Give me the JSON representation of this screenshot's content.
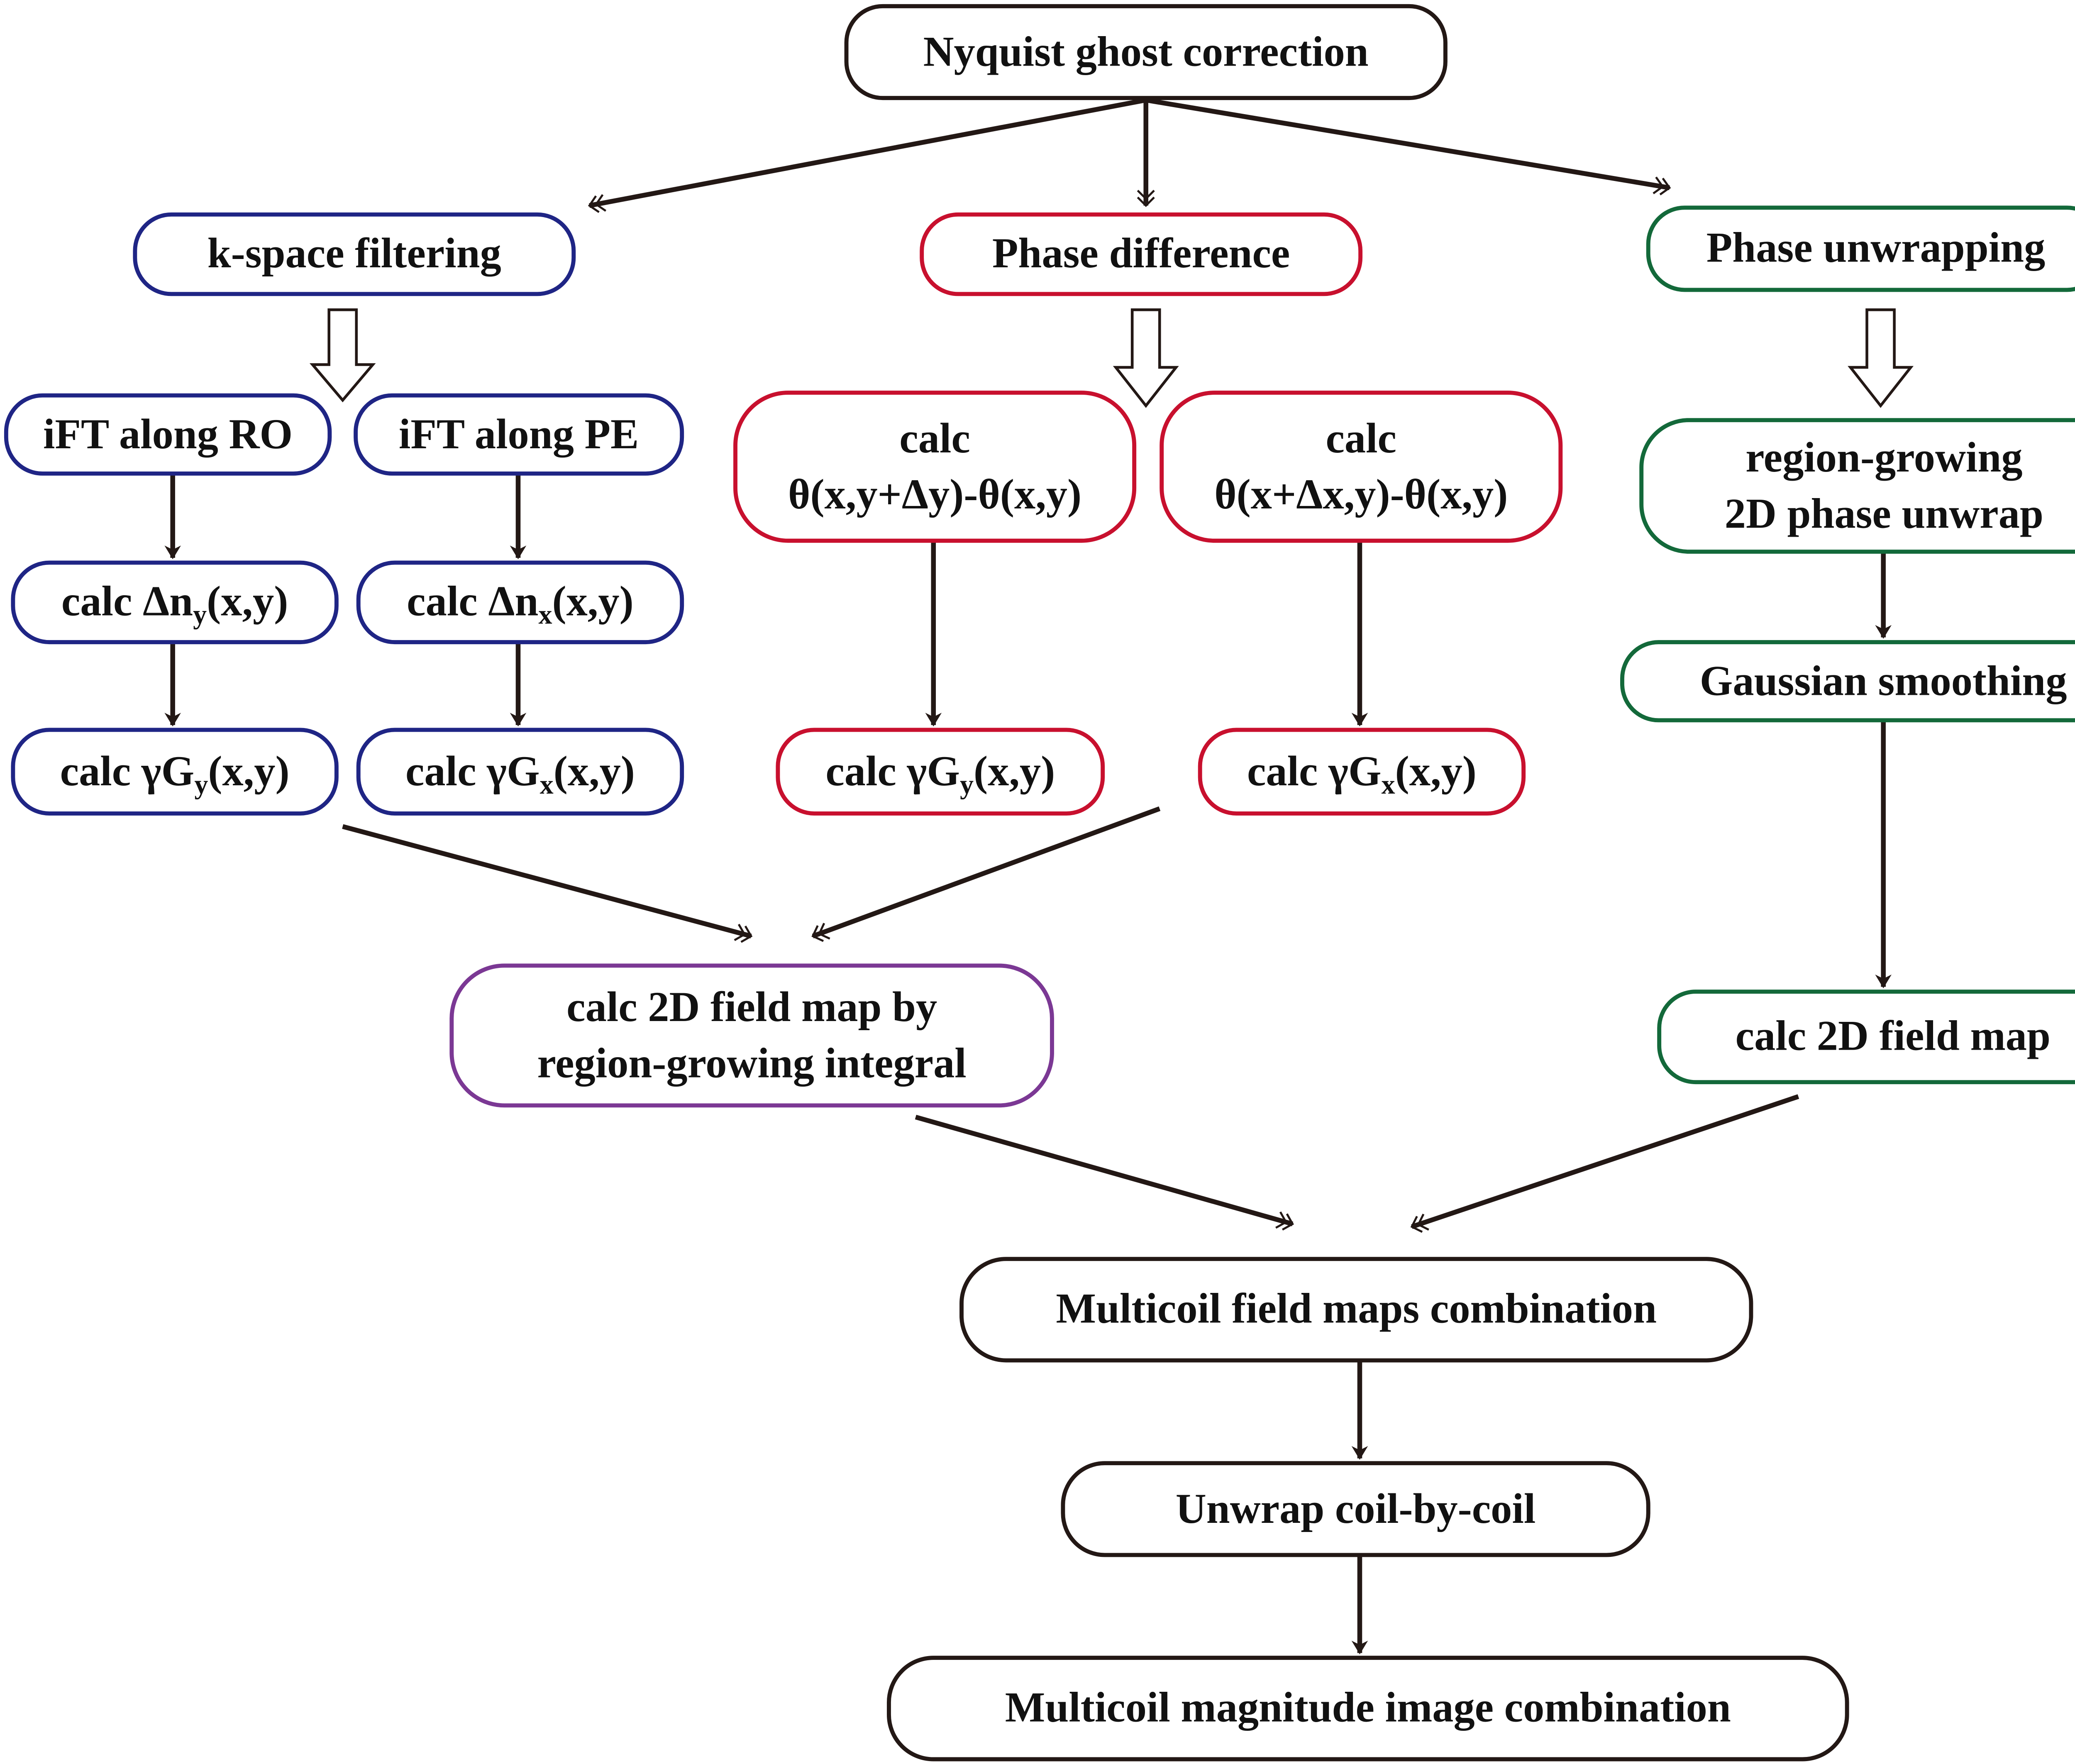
{
  "colors": {
    "black": "#231815",
    "blue": "#1f2585",
    "red": "#c8102e",
    "green": "#13693a",
    "purple": "#7b3894"
  },
  "nodes": {
    "top": {
      "text": "Nyquist ghost correction"
    },
    "kspace": {
      "text": "k-space filtering"
    },
    "phase_diff": {
      "text": "Phase difference"
    },
    "phase_unwrap": {
      "text": "Phase unwrapping"
    },
    "ift_ro": {
      "text": "iFT along RO"
    },
    "ift_pe": {
      "text": "iFT along PE"
    },
    "dn_y": {
      "pre": "calc Δn",
      "sub": "y",
      "post": "(x,y)"
    },
    "dn_x": {
      "pre": "calc Δn",
      "sub": "x",
      "post": "(x,y)"
    },
    "gy_blue": {
      "pre": "calc γG",
      "sub": "y",
      "post": "(x,y)"
    },
    "gx_blue": {
      "pre": "calc γG",
      "sub": "x",
      "post": "(x,y)"
    },
    "theta_y": {
      "line1": "calc",
      "line2": "θ(x,y+Δy)-θ(x,y)"
    },
    "theta_x": {
      "line1": "calc",
      "line2": "θ(x+Δx,y)-θ(x,y)"
    },
    "gy_red": {
      "pre": "calc γG",
      "sub": "y",
      "post": "(x,y)"
    },
    "gx_red": {
      "pre": "calc γG",
      "sub": "x",
      "post": "(x,y)"
    },
    "region_unwrap": {
      "line1": "region-growing",
      "line2": "2D phase unwrap"
    },
    "gaussian": {
      "text": "Gaussian smoothing"
    },
    "fieldmap_integral": {
      "line1": "calc 2D field map by",
      "line2": "region-growing integral"
    },
    "fieldmap_green": {
      "text": "calc 2D field map"
    },
    "multicoil_fieldmaps": {
      "text": "Multicoil field maps combination"
    },
    "unwrap_coil": {
      "text": "Unwrap coil-by-coil"
    },
    "magnitude": {
      "text": "Multicoil magnitude image combination"
    }
  }
}
